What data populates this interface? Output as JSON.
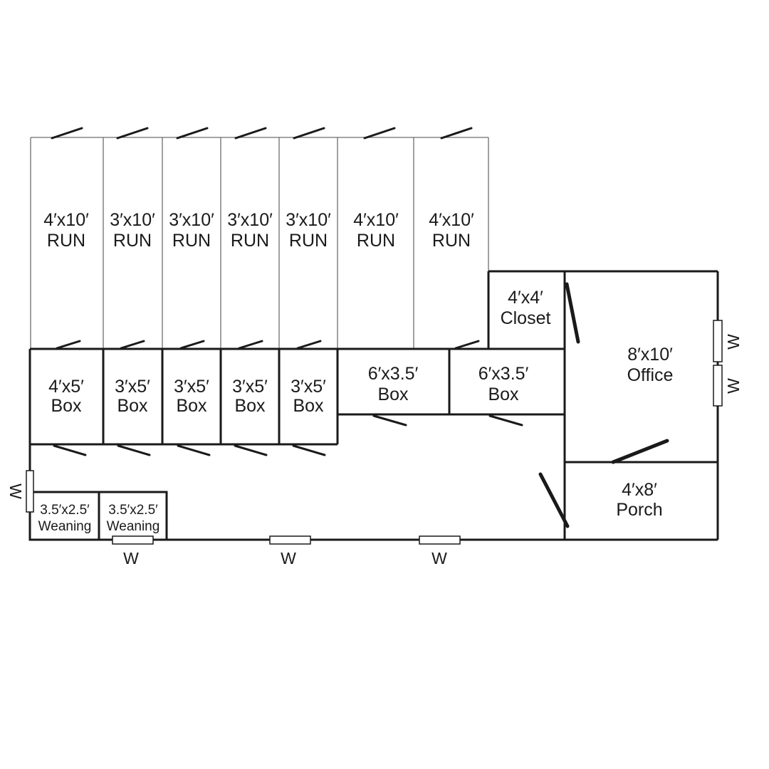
{
  "runs": [
    {
      "size": "4′x10′",
      "name": "RUN"
    },
    {
      "size": "3′x10′",
      "name": "RUN"
    },
    {
      "size": "3′x10′",
      "name": "RUN"
    },
    {
      "size": "3′x10′",
      "name": "RUN"
    },
    {
      "size": "3′x10′",
      "name": "RUN"
    },
    {
      "size": "4′x10′",
      "name": "RUN"
    },
    {
      "size": "4′x10′",
      "name": "RUN"
    }
  ],
  "boxes": [
    {
      "size": "4′x5′",
      "name": "Box"
    },
    {
      "size": "3′x5′",
      "name": "Box"
    },
    {
      "size": "3′x5′",
      "name": "Box"
    },
    {
      "size": "3′x5′",
      "name": "Box"
    },
    {
      "size": "3′x5′",
      "name": "Box"
    },
    {
      "size": "6′x3.5′",
      "name": "Box"
    },
    {
      "size": "6′x3.5′",
      "name": "Box"
    }
  ],
  "closet": {
    "size": "4′x4′",
    "name": "Closet"
  },
  "office": {
    "size": "8′x10′",
    "name": "Office"
  },
  "porch": {
    "size": "4′x8′",
    "name": "Porch"
  },
  "weaning": [
    {
      "size": "3.5′x2.5′",
      "name": "Weaning"
    },
    {
      "size": "3.5′x2.5′",
      "name": "Weaning"
    }
  ],
  "windows": [
    "W",
    "W",
    "W",
    "W",
    "W",
    "W"
  ]
}
